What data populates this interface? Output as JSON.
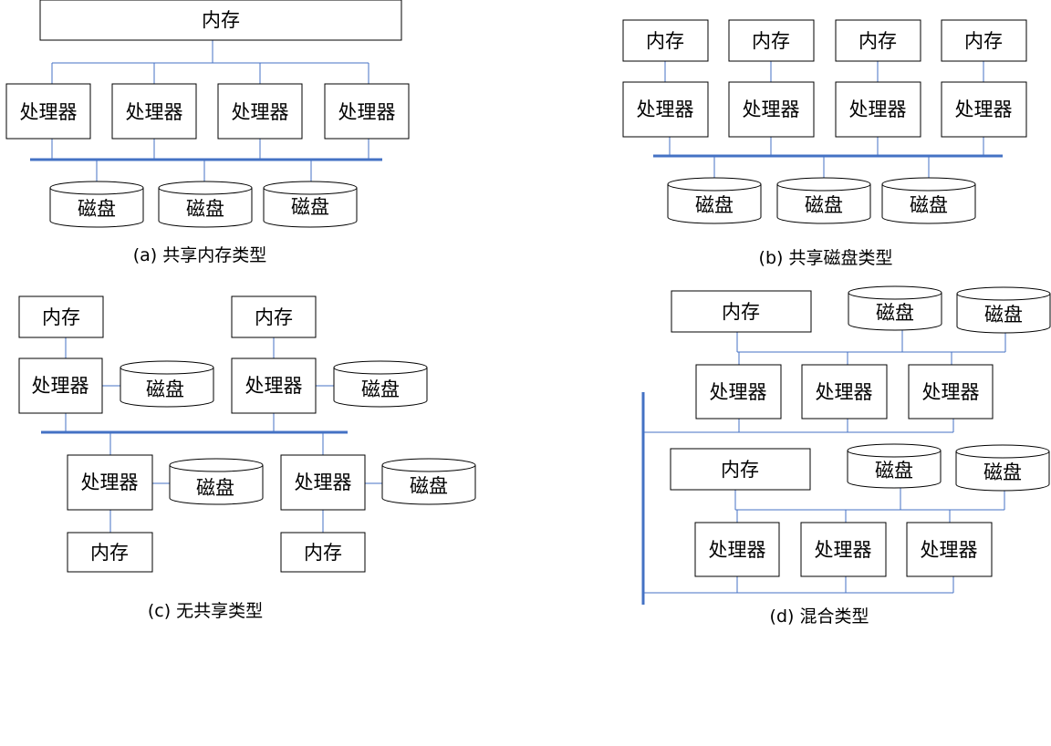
{
  "labels": {
    "memory": "内存",
    "processor": "处理器",
    "disk": "磁盘"
  },
  "captions": {
    "a": "(a) 共享内存类型",
    "b": "(b) 共享磁盘类型",
    "c": "(c) 无共享类型",
    "d": "(d) 混合类型"
  },
  "colors": {
    "connector": "#4472C4",
    "outline": "#000000",
    "background": "#ffffff"
  }
}
